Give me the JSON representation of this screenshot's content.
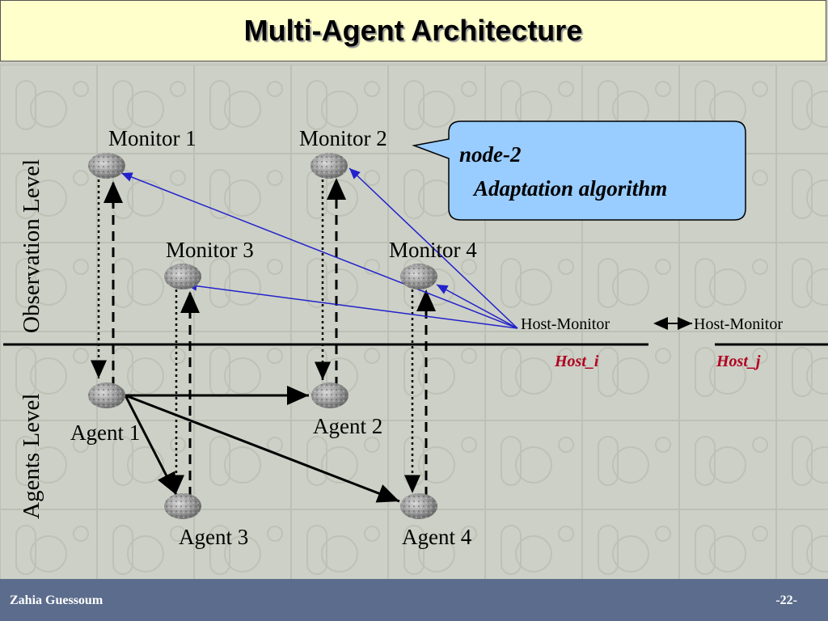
{
  "slide": {
    "title": "Multi-Agent Architecture",
    "footer_author": "Zahia Guessoum",
    "footer_page": "-22-"
  },
  "levels": {
    "observation": "Observation Level",
    "agents": "Agents Level"
  },
  "monitors": [
    "Monitor 1",
    "Monitor 2",
    "Monitor 3",
    "Monitor 4"
  ],
  "agents": [
    "Agent 1",
    "Agent 2",
    "Agent 3",
    "Agent 4"
  ],
  "host_monitors": [
    "Host-Monitor",
    "Host-Monitor"
  ],
  "hosts": [
    "Host_i",
    "Host_j"
  ],
  "callout": {
    "line1": "node-2",
    "line2": "Adaptation algorithm"
  },
  "colors": {
    "title_bg": "#ffffcc",
    "footer_bg": "#5c6c8c",
    "callout_bg": "#99ccff",
    "blue_arrow": "#2222cc",
    "host_label": "#b00020"
  }
}
